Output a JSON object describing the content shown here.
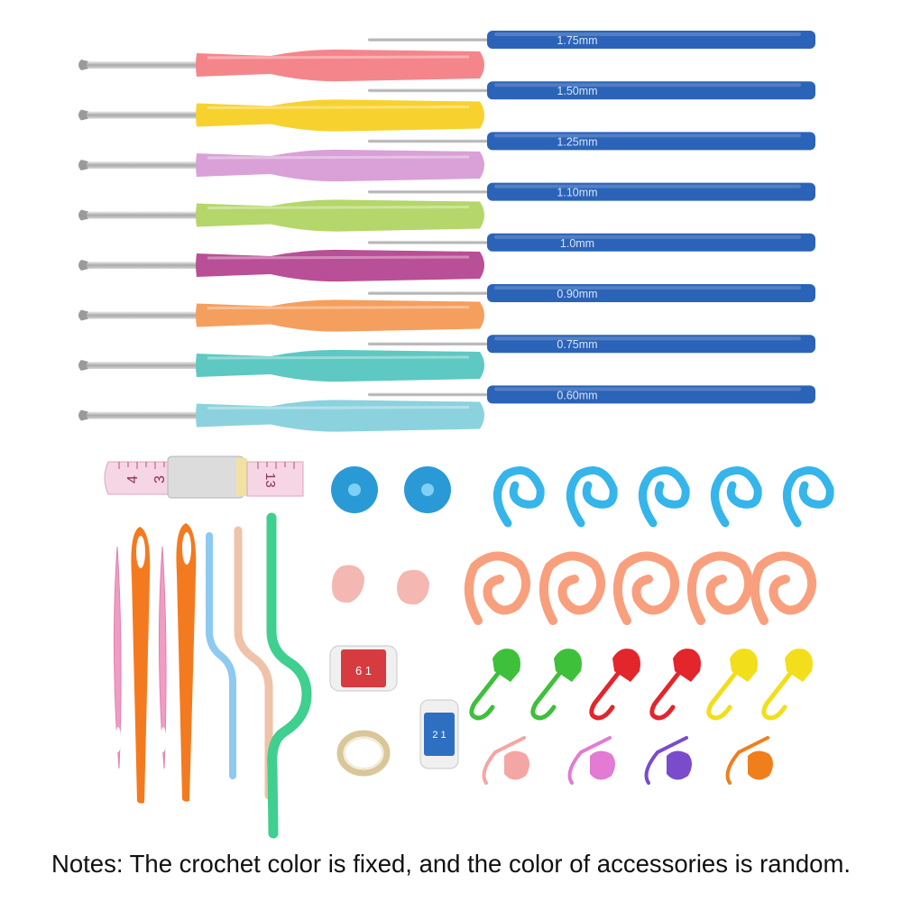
{
  "small_hooks": [
    {
      "label": "1.75mm"
    },
    {
      "label": "1.50mm"
    },
    {
      "label": "1.25mm"
    },
    {
      "label": "1.10mm"
    },
    {
      "label": "1.0mm"
    },
    {
      "label": "0.90mm"
    },
    {
      "label": "0.75mm"
    },
    {
      "label": "0.60mm"
    }
  ],
  "large_hook_colors": [
    "#f4868b",
    "#f7d22e",
    "#d9a1d8",
    "#b5d66a",
    "#b94f96",
    "#f59f5e",
    "#5ec8c3",
    "#8bd2de"
  ],
  "small_hook_color": "#2b63b8",
  "tape_measure": {
    "numbers": [
      "4",
      "3",
      "13"
    ]
  },
  "row_counters": [
    {
      "color": "#d63b3f",
      "digits": "6 1"
    },
    {
      "color": "#2e6fc2",
      "digits": "2 1"
    }
  ],
  "notes": "Notes: The crochet color is fixed, and the color of accessories is random."
}
